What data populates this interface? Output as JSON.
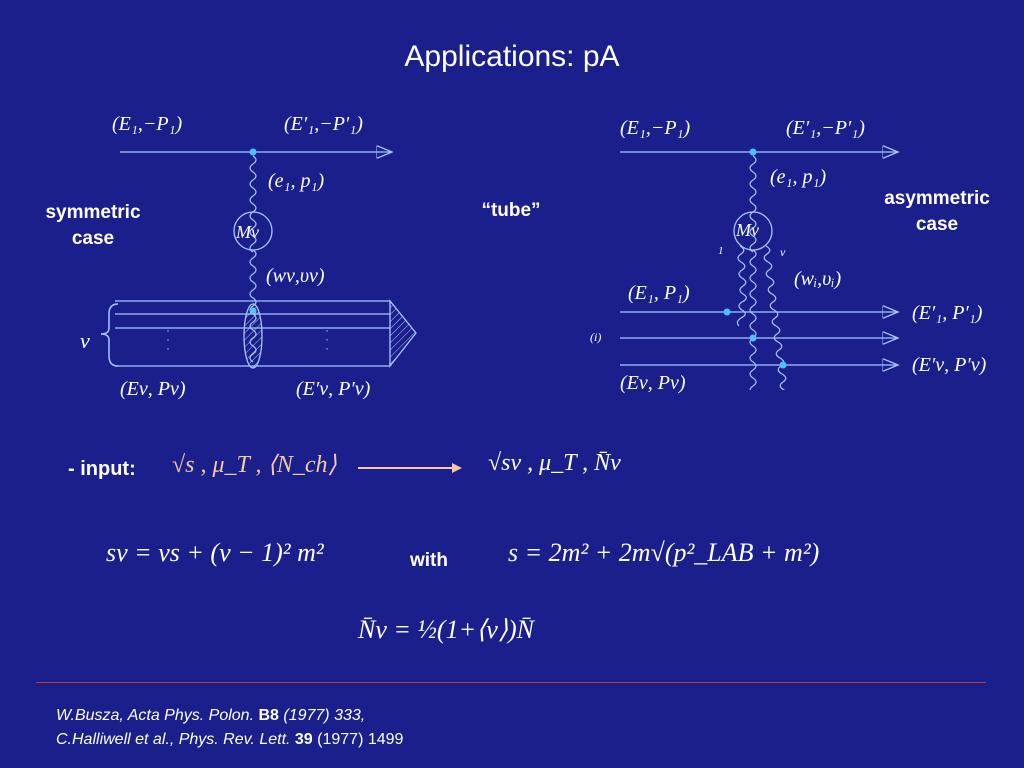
{
  "title": "Applications: pA",
  "left_diagram": {
    "label_line1": "symmetric",
    "label_line2": "case",
    "top_in": "(E₁,−P₁)",
    "top_out": "(E′₁,−P′₁)",
    "exchange": "(e₁, p₁)",
    "blob": "Mν",
    "lower_exchange": "(wν,υν)",
    "nu": "ν",
    "bottom_in": "(Eν, Pν)",
    "bottom_out": "(E′ν, P′ν)",
    "dots": "·\n·\n·"
  },
  "middle_label": "“tube”",
  "right_diagram": {
    "label_line1": "asymmetric",
    "label_line2": "case",
    "top_in": "(E₁,−P₁)",
    "top_out": "(E′₁,−P′₁)",
    "exchange": "(e₁, p₁)",
    "blob": "Mν",
    "index_1": "1",
    "index_nu": "ν",
    "lower_exchange": "(wᵢ,υᵢ)",
    "i_label": "(i)",
    "nucleon_in_1": "(E₁, P₁)",
    "nucleon_out_1": "(E′₁, P′₁)",
    "nucleon_in_nu": "(Eν, Pν)",
    "nucleon_out_nu": "(E′ν, P′ν)"
  },
  "input_row": {
    "label": "- input:",
    "left_formula": "√s , μ_T , ⟨N_ch⟩",
    "right_formula": "√sν , μ_T , N̄ν"
  },
  "equations": {
    "eq1": "sν = νs + (ν − 1)² m²",
    "with": "with",
    "eq2": "s = 2m² + 2m√(p²_LAB + m²)",
    "eq3": "N̄ν = ½(1+⟨ν⟩)N̄"
  },
  "references": {
    "line1_italic": "W.Busza, Acta Phys. Polon.",
    "line1_bold": "B8",
    "line1_rest": "(1977) 333,",
    "line2_italic": "C.Halliwell et al., Phys. Rev. Lett.",
    "line2_bold": "39",
    "line2_rest": "(1977) 1499"
  },
  "colors": {
    "background": "#1a1f8c",
    "lines": "#a8c8ff",
    "formula_highlight": "#f5c8a0",
    "footer_rule": "#c0392b"
  }
}
